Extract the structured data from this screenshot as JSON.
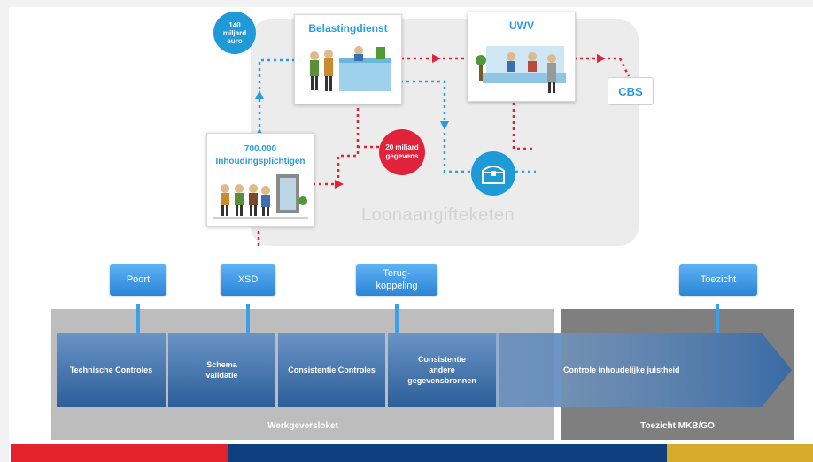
{
  "diagram": {
    "belastingdienst": "Belastingdienst",
    "uwv": "UWV",
    "cbs": "CBS",
    "inhoudingsplichtigen_count": "700.000",
    "inhoudingsplichtigen_label": "Inhoudingsplichtigen",
    "amount_line1": "140",
    "amount_line2": "miljard",
    "amount_line3": "euro",
    "records_line1": "20 miljard",
    "records_line2": "gegevens",
    "watermark": "Loonaangifteketen"
  },
  "tags": {
    "poort": "Poort",
    "xsd": "XSD",
    "terug_line1": "Terug-",
    "terug_line2": "koppeling",
    "toezicht": "Toezicht"
  },
  "steps": {
    "technische": "Technische Controles",
    "schema_line1": "Schema",
    "schema_line2": "validatie",
    "consistentie": "Consistentie Controles",
    "andere_line1": "Consistentie",
    "andere_line2": "andere",
    "andere_line3": "gegevensbronnen",
    "inhoudelijk": "Controle inhoudelijke juistheid"
  },
  "panels": {
    "werkgeversloket": "Werkgeversloket",
    "toezicht_mkb": "Toezicht MKB/GO"
  },
  "colors": {
    "accent_blue": "#2a9be0",
    "flow_red": "#e0233a",
    "footer_red": "#e3222d",
    "footer_navy": "#0f3f7f",
    "footer_gold": "#d7ac2d"
  }
}
